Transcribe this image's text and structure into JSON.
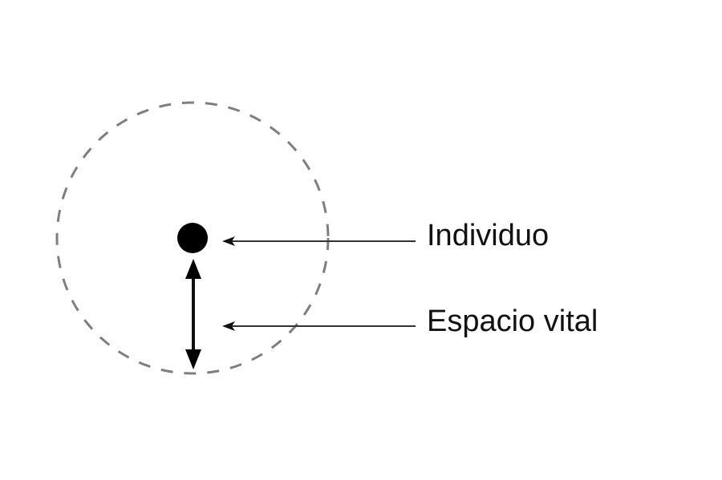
{
  "diagram": {
    "labels": {
      "individual": "Individuo",
      "living_space": "Espacio vital"
    },
    "colors": {
      "background": "#ffffff",
      "boundary_circle": "#7f7f7f",
      "dot": "#000000",
      "arrows": "#111111",
      "text": "#111111"
    },
    "elements": [
      {
        "type": "dashed-circle",
        "represents": "Espacio vital boundary"
      },
      {
        "type": "dot",
        "represents": "Individuo"
      },
      {
        "type": "double-arrow",
        "represents": "radius of Espacio vital"
      },
      {
        "type": "pointer-arrow",
        "target": "dot",
        "label": "Individuo"
      },
      {
        "type": "pointer-arrow",
        "target": "double-arrow",
        "label": "Espacio vital"
      }
    ]
  }
}
